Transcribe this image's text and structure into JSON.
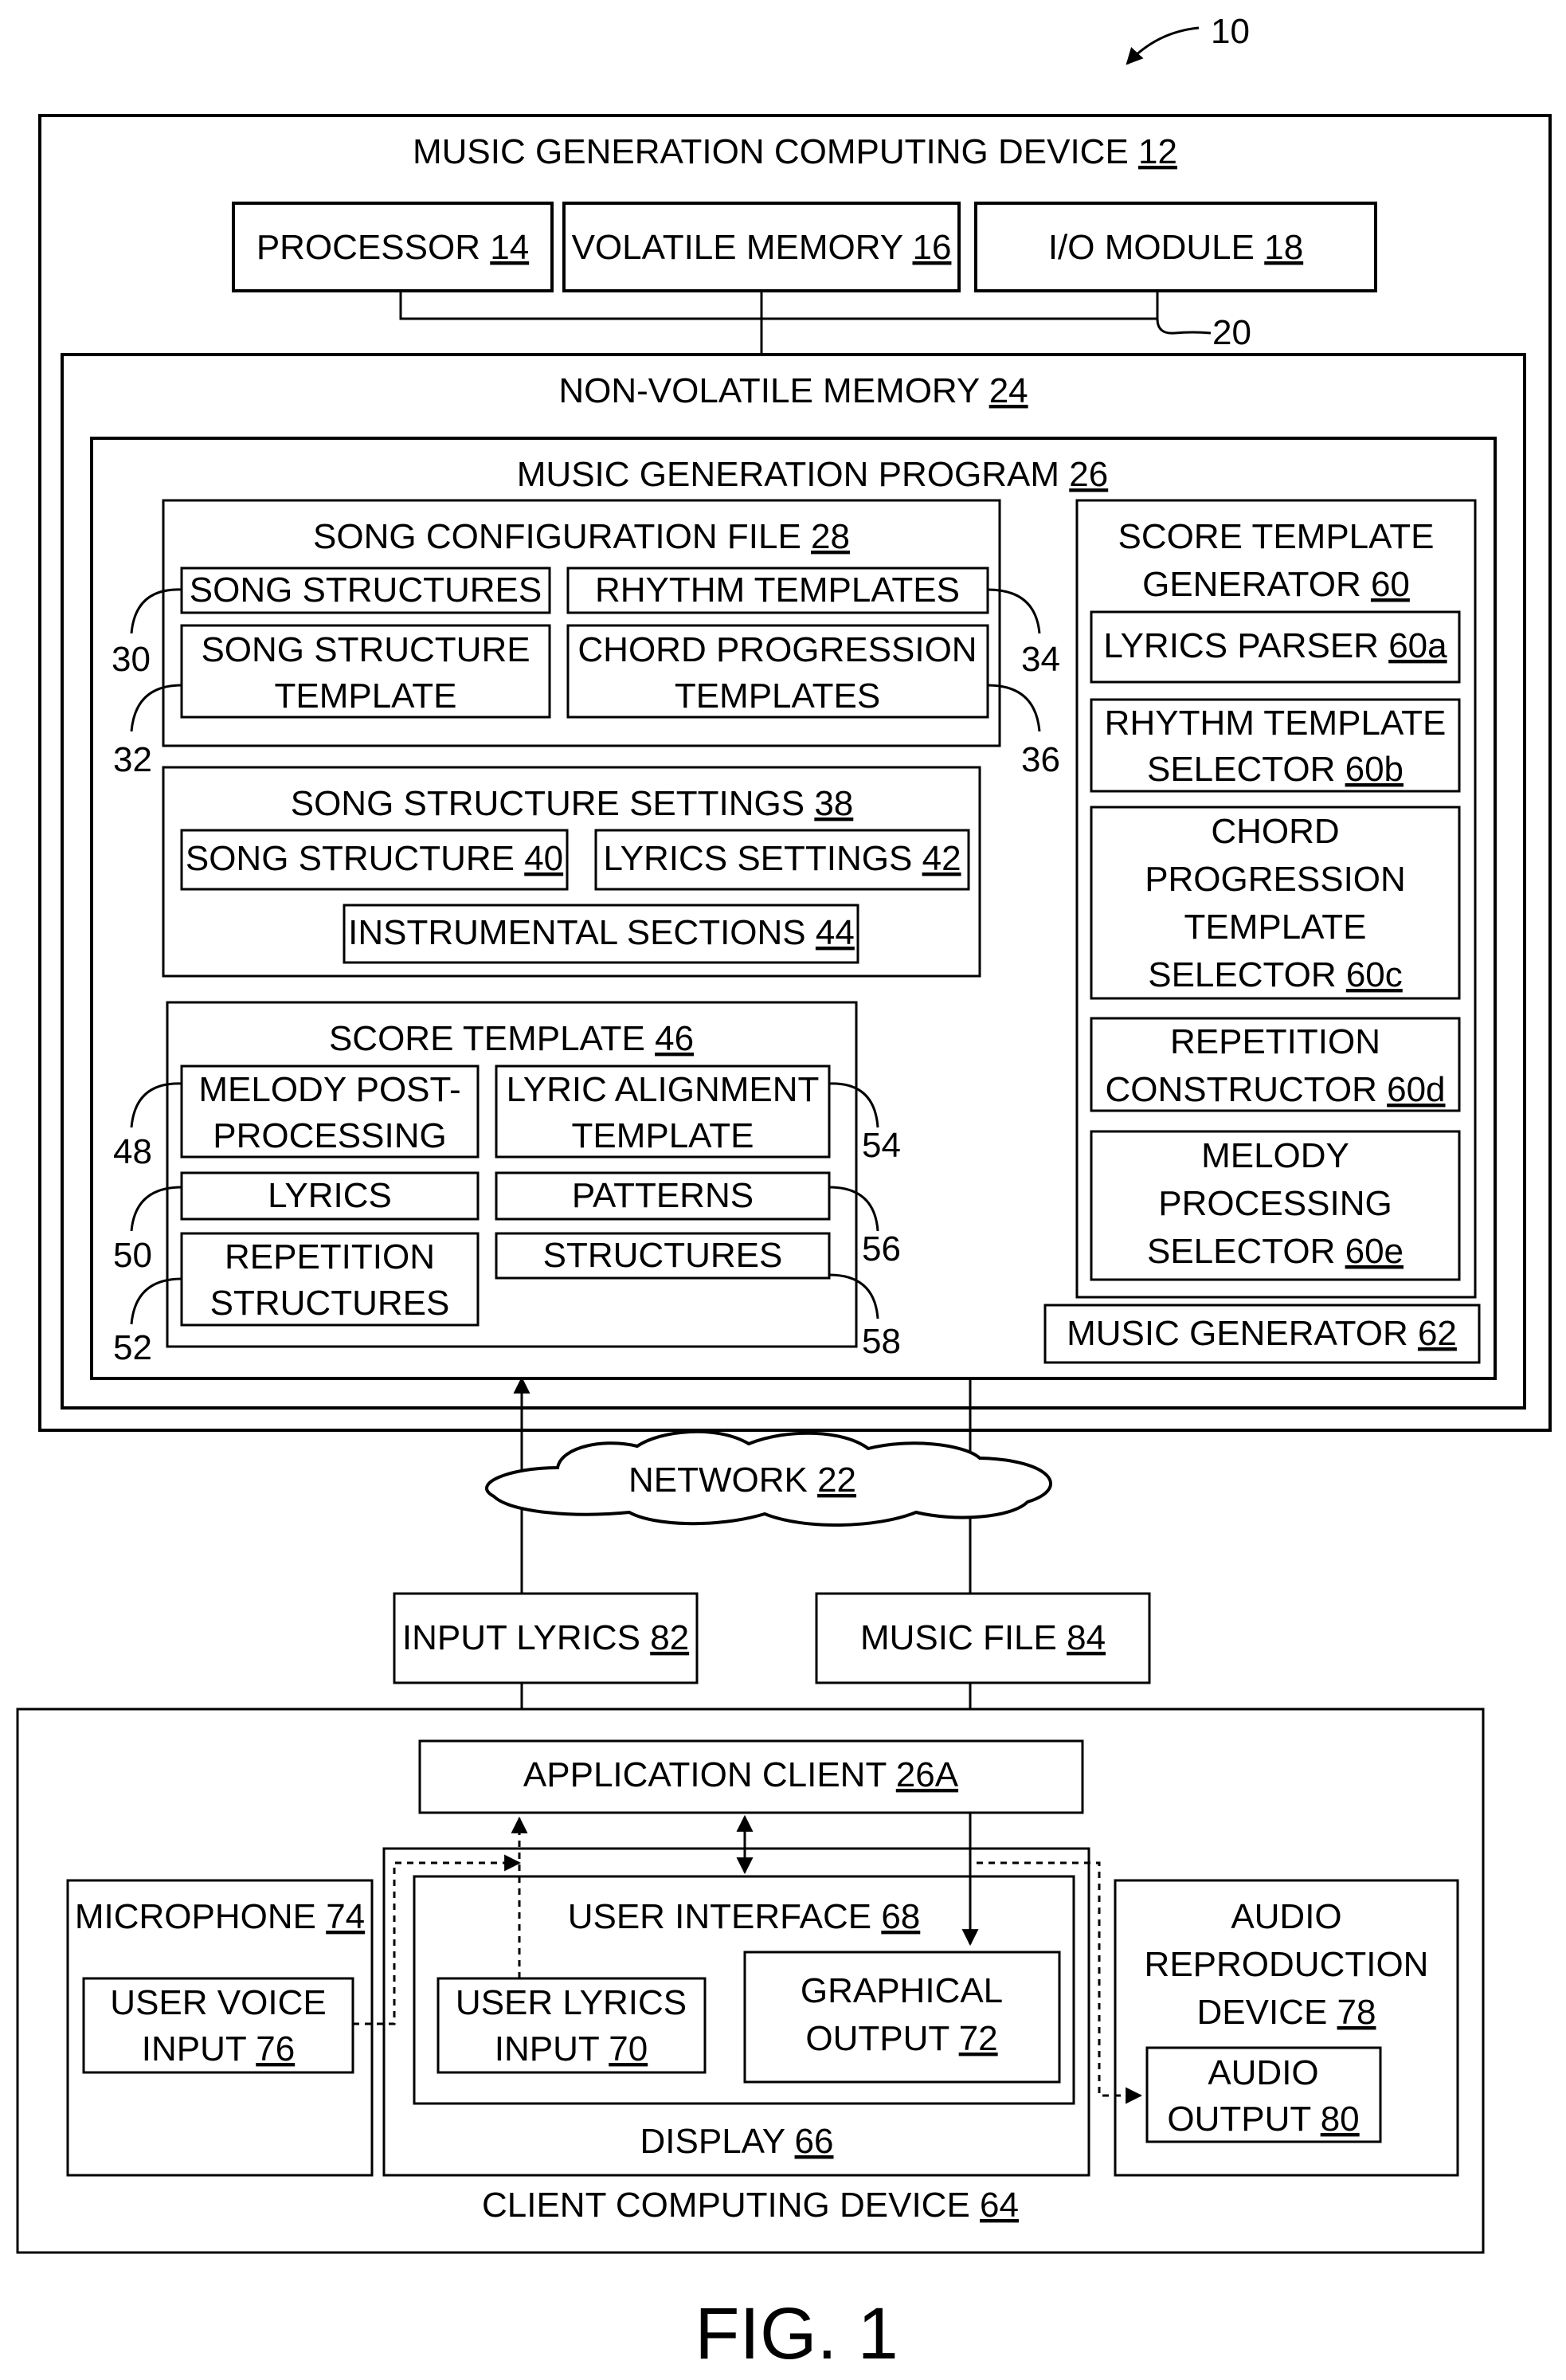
{
  "figure": {
    "ref": "10",
    "caption": "FIG. 1"
  },
  "server": {
    "title": "MUSIC GENERATION COMPUTING DEVICE",
    "ref": "12",
    "processor": {
      "label": "PROCESSOR",
      "ref": "14"
    },
    "volatile_memory": {
      "label": "VOLATILE MEMORY",
      "ref": "16"
    },
    "io_module": {
      "label": "I/O MODULE",
      "ref": "18"
    },
    "bus_ref": "20",
    "nonvolatile": {
      "label": "NON-VOLATILE MEMORY",
      "ref": "24"
    },
    "program": {
      "label": "MUSIC GENERATION PROGRAM",
      "ref": "26"
    }
  },
  "song_config": {
    "title": "SONG CONFIGURATION FILE",
    "ref": "28",
    "song_structures": "SONG STRUCTURES",
    "rhythm_templates": "RHYTHM TEMPLATES",
    "song_structure_template": [
      "SONG STRUCTURE",
      "TEMPLATE"
    ],
    "chord_progression_templates": [
      "CHORD PROGRESSION",
      "TEMPLATES"
    ],
    "refs": {
      "song_structures": "30",
      "song_structure_template": "32",
      "rhythm_templates": "34",
      "chord_progression_templates": "36"
    }
  },
  "song_settings": {
    "title": "SONG STRUCTURE SETTINGS",
    "ref": "38",
    "song_structure": {
      "label": "SONG STRUCTURE",
      "ref": "40"
    },
    "lyrics_settings": {
      "label": "LYRICS SETTINGS",
      "ref": "42"
    },
    "instrumental": {
      "label": "INSTRUMENTAL SECTIONS",
      "ref": "44"
    }
  },
  "score_template": {
    "title": "SCORE TEMPLATE",
    "ref": "46",
    "melody_post": [
      "MELODY POST-",
      "PROCESSING"
    ],
    "lyric_alignment": [
      "LYRIC ALIGNMENT",
      "TEMPLATE"
    ],
    "lyrics": "LYRICS",
    "patterns": "PATTERNS",
    "repetition_structures": [
      "REPETITION",
      "STRUCTURES"
    ],
    "structures": "STRUCTURES",
    "refs": {
      "melody_post": "48",
      "lyrics": "50",
      "repetition_structures": "52",
      "lyric_alignment": "54",
      "patterns": "56",
      "structures": "58"
    }
  },
  "generator": {
    "title": [
      "SCORE TEMPLATE",
      "GENERATOR"
    ],
    "ref": "60",
    "lyrics_parser": {
      "label": "LYRICS PARSER",
      "ref": "60a"
    },
    "rhythm_selector": {
      "lines": [
        "RHYTHM TEMPLATE",
        "SELECTOR"
      ],
      "ref": "60b"
    },
    "chord_selector": {
      "lines": [
        "CHORD",
        "PROGRESSION",
        "TEMPLATE",
        "SELECTOR"
      ],
      "ref": "60c"
    },
    "repetition_constructor": {
      "lines": [
        "REPETITION",
        "CONSTRUCTOR"
      ],
      "ref": "60d"
    },
    "melody_selector": {
      "lines": [
        "MELODY",
        "PROCESSING",
        "SELECTOR"
      ],
      "ref": "60e"
    },
    "music_generator": {
      "label": "MUSIC GENERATOR",
      "ref": "62"
    }
  },
  "network": {
    "label": "NETWORK",
    "ref": "22"
  },
  "input_lyrics": {
    "label": "INPUT LYRICS",
    "ref": "82"
  },
  "music_file": {
    "label": "MUSIC FILE",
    "ref": "84"
  },
  "client": {
    "title": "CLIENT COMPUTING DEVICE",
    "ref": "64",
    "app_client": {
      "label": "APPLICATION CLIENT",
      "ref": "26A"
    },
    "microphone": {
      "label": "MICROPHONE",
      "ref": "74"
    },
    "user_voice": {
      "lines": [
        "USER VOICE",
        "INPUT"
      ],
      "ref": "76"
    },
    "user_interface": {
      "label": "USER INTERFACE",
      "ref": "68"
    },
    "user_lyrics": {
      "lines": [
        "USER LYRICS",
        "INPUT"
      ],
      "ref": "70"
    },
    "graphical_output": {
      "lines": [
        "GRAPHICAL",
        "OUTPUT"
      ],
      "ref": "72"
    },
    "display": {
      "label": "DISPLAY",
      "ref": "66"
    },
    "audio_device": {
      "lines": [
        "AUDIO",
        "REPRODUCTION",
        "DEVICE"
      ],
      "ref": "78"
    },
    "audio_output": {
      "lines": [
        "AUDIO",
        "OUTPUT"
      ],
      "ref": "80"
    }
  }
}
